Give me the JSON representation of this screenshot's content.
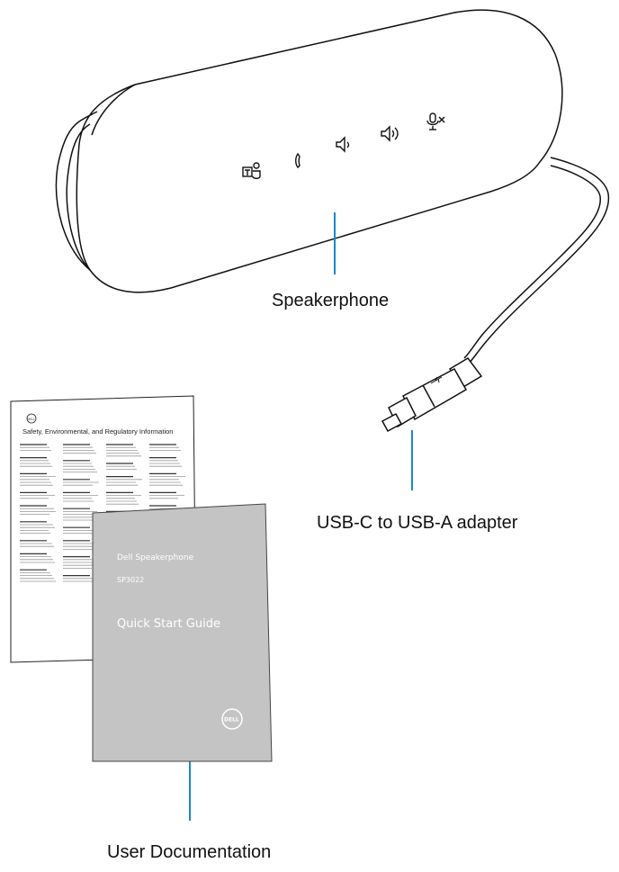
{
  "labels": {
    "speakerphone": "Speakerphone",
    "adapter": "USB-C to USB-A adapter",
    "documentation": "User Documentation"
  },
  "booklet": {
    "product": "Dell Speakerphone",
    "model": "SP3022",
    "title": "Quick Start Guide",
    "logo_text": "DELL"
  },
  "sheet": {
    "heading": "Safety, Environmental, and Regulatory Information",
    "logo_text": "DELL"
  },
  "colors": {
    "callout_line": "#1a88c9",
    "booklet_fill": "#c4c4c4",
    "line_art": "#111111"
  },
  "icons": [
    "teams-icon",
    "phone-icon",
    "volume-down-icon",
    "volume-up-icon",
    "mic-mute-icon"
  ]
}
